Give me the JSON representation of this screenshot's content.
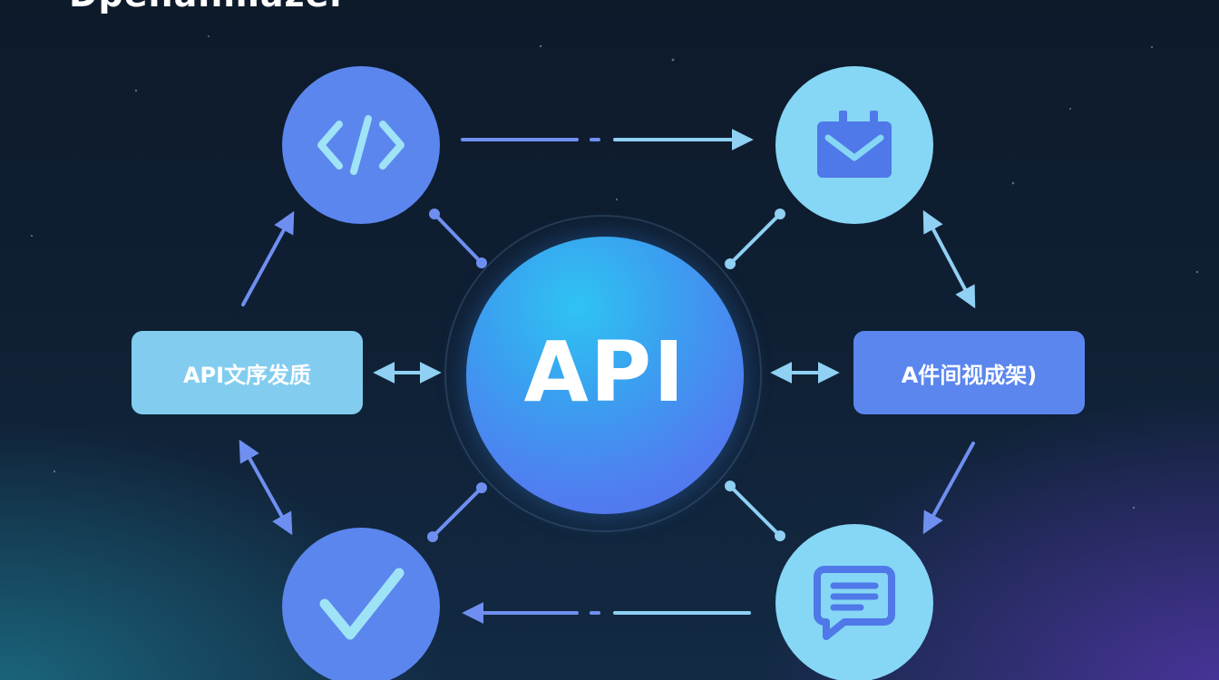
{
  "title": "Dpenanmazer",
  "hub": {
    "label": "API",
    "icon": "api-hub"
  },
  "boxes": {
    "left": {
      "label": "API文序发质"
    },
    "right": {
      "label": "A件间视成架)"
    }
  },
  "nodes": [
    {
      "id": "code",
      "icon": "code-brackets-icon",
      "color": "#5b86ee"
    },
    {
      "id": "mail",
      "icon": "mail-calendar-icon",
      "color": "#86d6f5"
    },
    {
      "id": "check",
      "icon": "checkmark-icon",
      "color": "#5b86ee"
    },
    {
      "id": "chat",
      "icon": "chat-message-icon",
      "color": "#86d6f5"
    }
  ],
  "colors": {
    "background": "#0d1a2a",
    "blue": "#5b86ee",
    "light_blue": "#86d6f5",
    "arrow_blue": "#6f8ff0",
    "arrow_light": "#8fd0f3"
  }
}
